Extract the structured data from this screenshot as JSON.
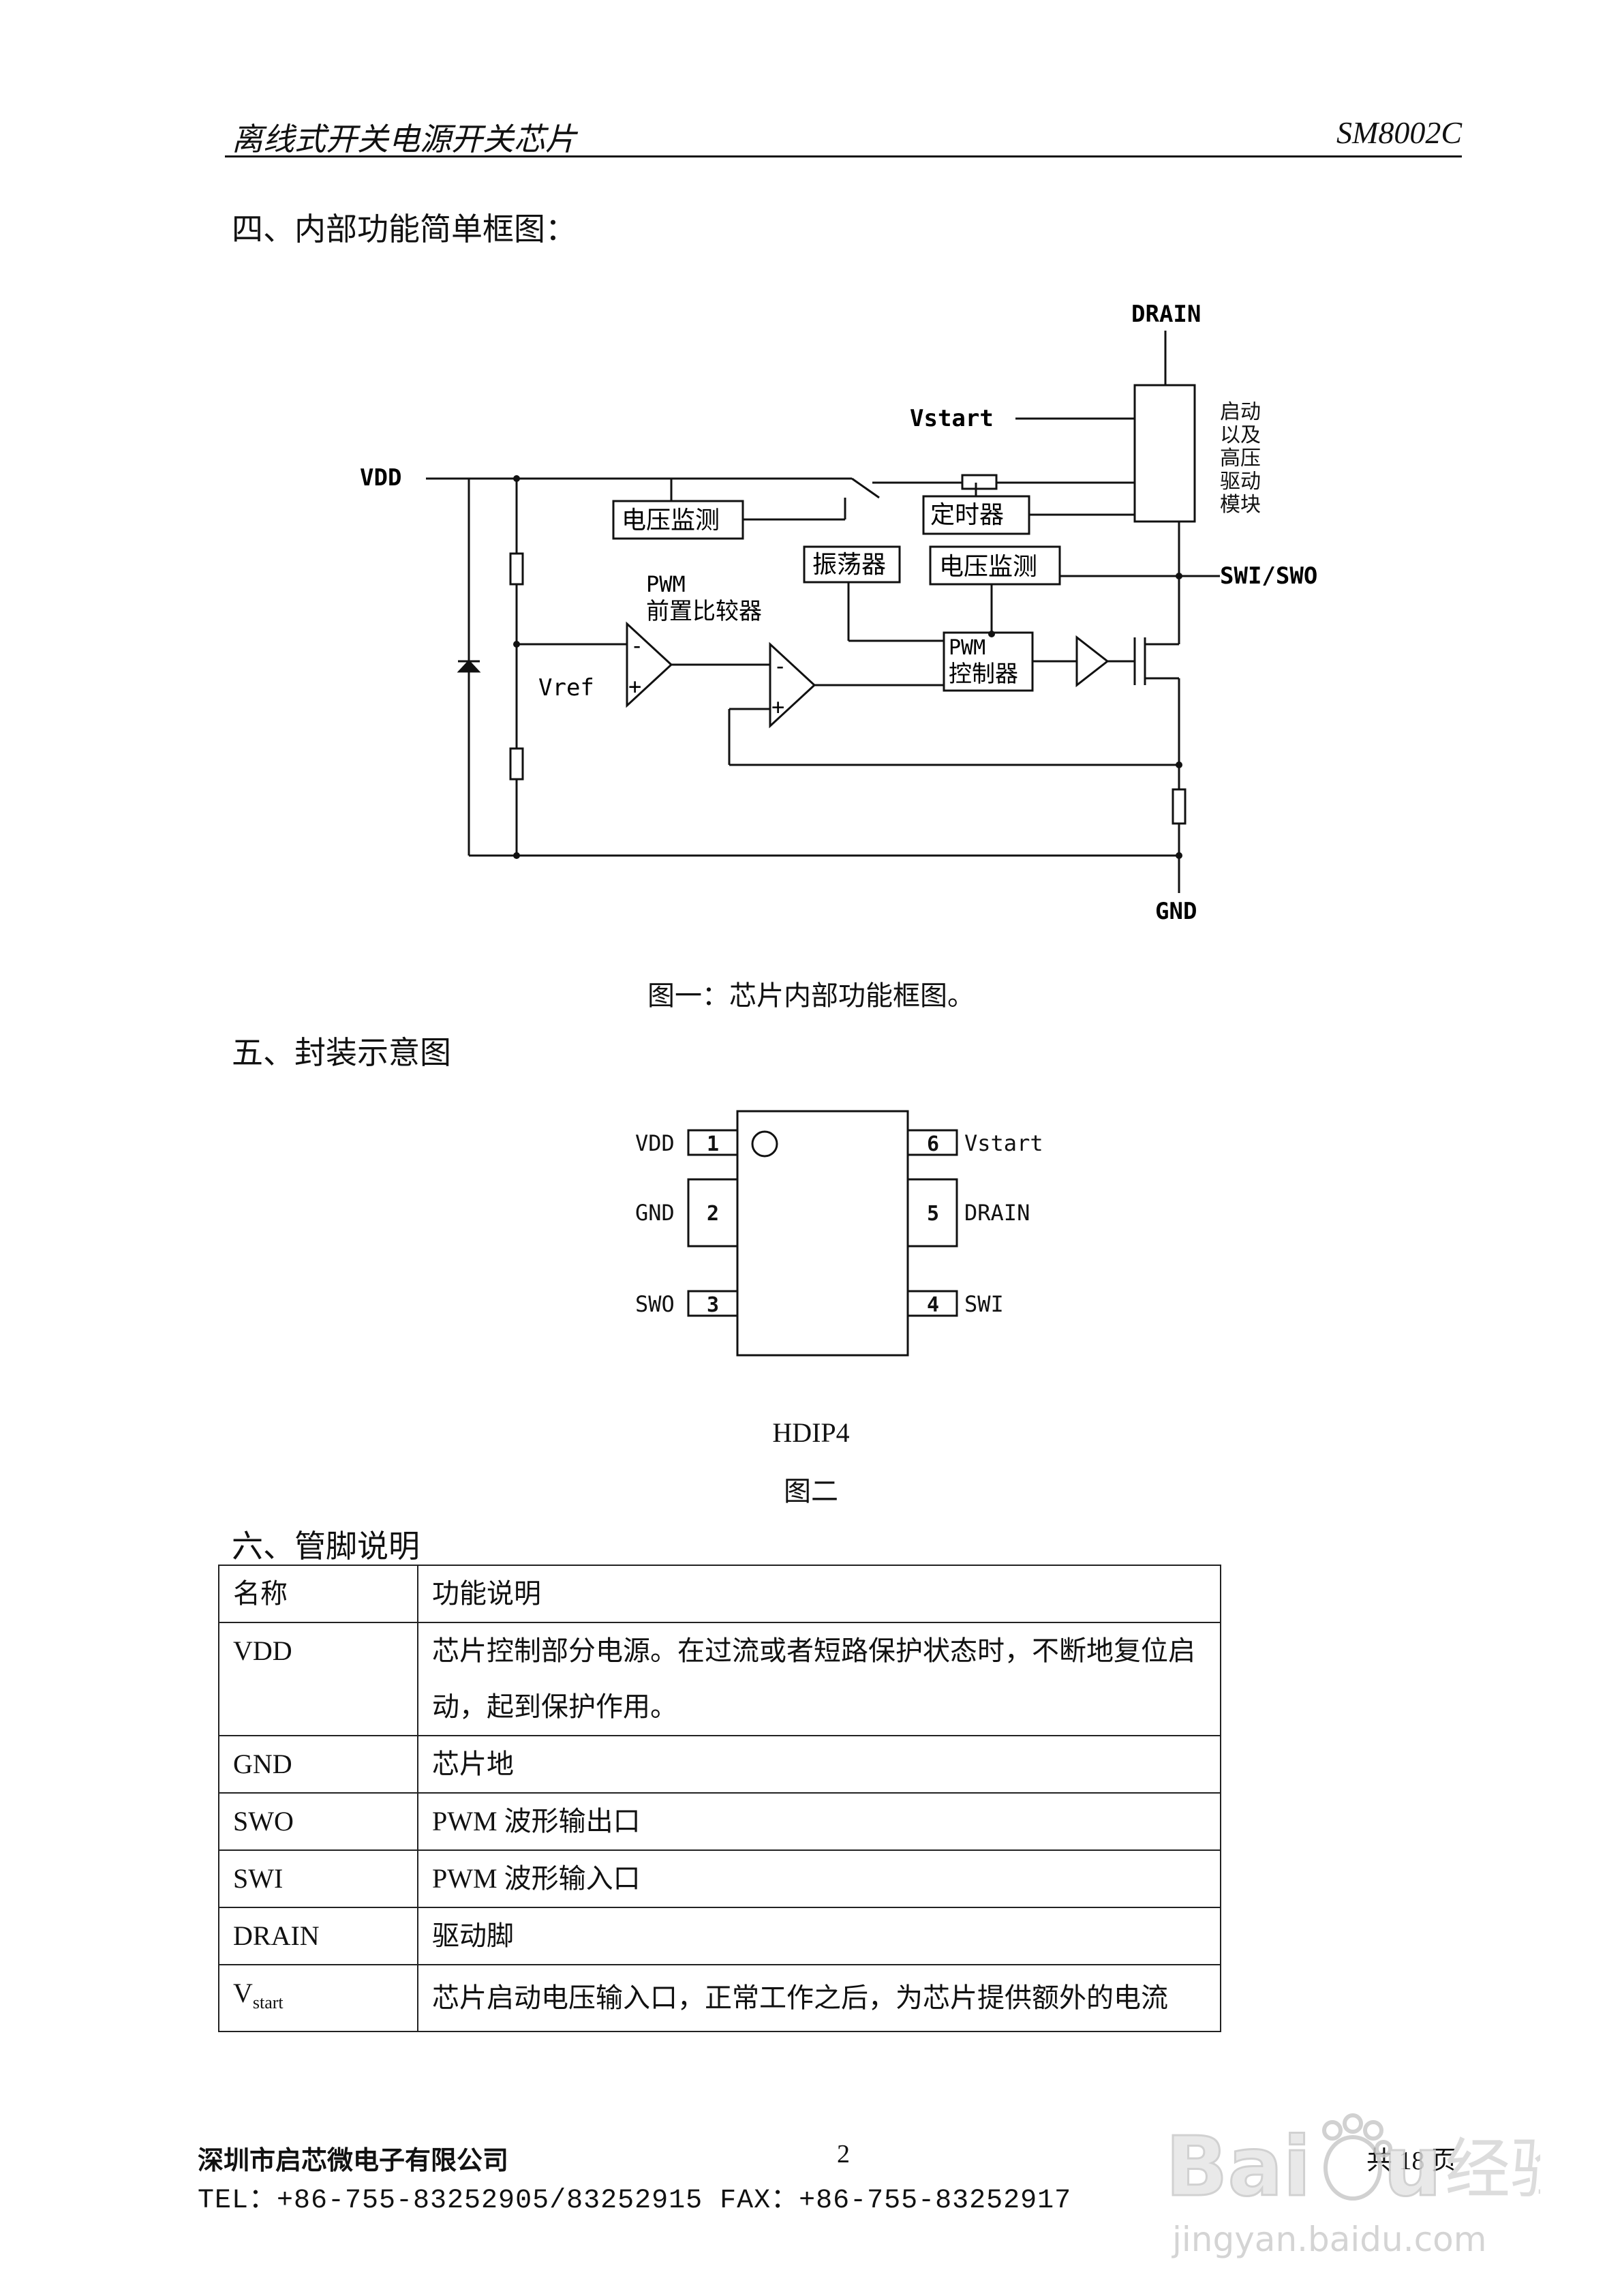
{
  "header": {
    "title": "离线式开关电源开关芯片",
    "part": "SM8002C"
  },
  "section4": {
    "title": "四、内部功能简单框图：",
    "diagram": {
      "drain": "DRAIN",
      "vstart": "Vstart",
      "vdd": "VDD",
      "swi_swo": "SWI/SWO",
      "gnd": "GND",
      "vref": "Vref",
      "pwm_pre_1": "PWM",
      "pwm_pre_2": "前置比较器",
      "voltage_monitor": "电压监测",
      "timer": "定时器",
      "oscillator": "振荡器",
      "pwm_ctrl_1": "PWM",
      "pwm_ctrl_2": "控制器",
      "start_module": "启动以及高压驱动模块",
      "minus": "-",
      "plus": "+"
    },
    "caption": "图一：芯片内部功能框图。"
  },
  "section5": {
    "title": "五、封装示意图",
    "pins": [
      {
        "num": "1",
        "name": "VDD"
      },
      {
        "num": "2",
        "name": "GND"
      },
      {
        "num": "3",
        "name": "SWO"
      },
      {
        "num": "4",
        "name": "SWI"
      },
      {
        "num": "5",
        "name": "DRAIN"
      },
      {
        "num": "6",
        "name": "Vstart"
      }
    ],
    "package": "HDIP4",
    "caption": "图二"
  },
  "section6": {
    "title": "六、管脚说明",
    "table": {
      "header": [
        "名称",
        "功能说明"
      ],
      "rows": [
        {
          "name": "VDD",
          "desc": "芯片控制部分电源。在过流或者短路保护状态时，不断地复位启动，起到保护作用。"
        },
        {
          "name": "GND",
          "desc": "芯片地"
        },
        {
          "name": "SWO",
          "desc": "PWM 波形输出口"
        },
        {
          "name": "SWI",
          "desc": "PWM 波形输入口"
        },
        {
          "name": "DRAIN",
          "desc": "驱动脚"
        },
        {
          "name": "V",
          "sub": "start",
          "desc": "芯片启动电压输入口，正常工作之后，为芯片提供额外的电流"
        }
      ]
    }
  },
  "footer": {
    "company": "深圳市启芯微电子有限公司",
    "contact": "TEL：+86-755-83252905/83252915   FAX：+86-755-83252917",
    "page": "2",
    "total": "共 18 页"
  },
  "watermark": {
    "brand": "Baidu经验",
    "url": "jingyan.baidu.com"
  }
}
